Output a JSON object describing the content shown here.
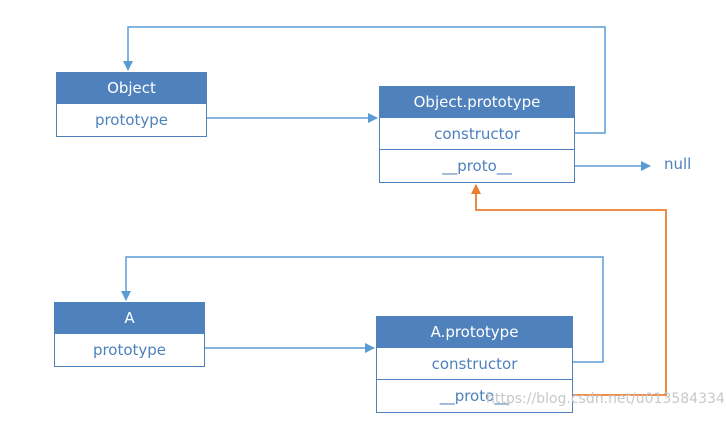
{
  "object_box": {
    "title": "Object",
    "field": "prototype"
  },
  "object_prototype_box": {
    "title": "Object.prototype",
    "field1": "constructor",
    "field2": "__proto__"
  },
  "a_box": {
    "title": "A",
    "field": "prototype"
  },
  "a_prototype_box": {
    "title": "A.prototype",
    "field1": "constructor",
    "field2": "__proto__"
  },
  "null_label": "null",
  "watermark": "https://blog.csdn.net/u013584334",
  "colors": {
    "primary": "#4f81bd",
    "orange": "#ed7d31"
  }
}
